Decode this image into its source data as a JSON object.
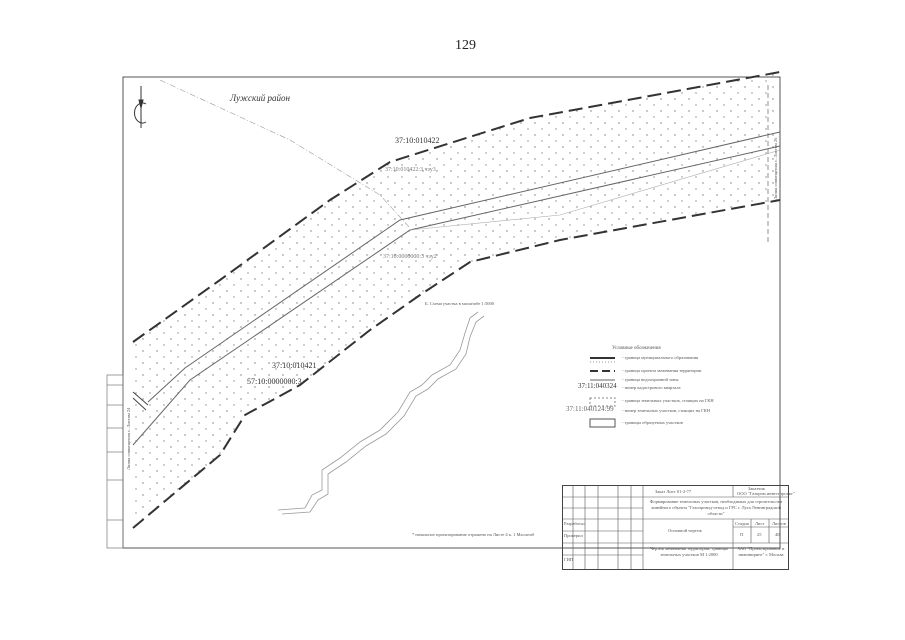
{
  "page_number": "129",
  "map": {
    "district_label": "Лужский район",
    "parcels": {
      "top": "37:10:010422",
      "top_sub": "37:10:010422:3 чзу3",
      "middle_sub": "37:10:0000000:3 чзу2",
      "lower": "37:10:010421",
      "lower_sub": "57:10:0000000:3"
    },
    "match_line_right": "Линия совмещения с. Листом 26",
    "match_line_left": "Линия совмещения с. Листом 24",
    "inset_caption": "Б. Схема участка в масштабе 1:5000",
    "footnote": "* начальное проектирование отражено на Листе 4 к. 1 Масштаб"
  },
  "legend": {
    "title": "Условные обозначения",
    "items": [
      {
        "label": "- граница муниципального образования"
      },
      {
        "label": "- граница проекта межевания территории"
      },
      {
        "label": "- граница водоохранной зоны"
      },
      {
        "code": "37:11:040324",
        "label": "- номер кадастрового квартала"
      },
      {
        "label": "- граница земельных участков, стоящих на ГКН"
      },
      {
        "code": "37:11:040124:99",
        "label": "- номер земельных участков, стоящих на ГКН"
      },
      {
        "label": "- границы образуемых участков"
      }
    ]
  },
  "title_block": {
    "doc_code": "Заказ Лист 01-2-77",
    "customer_label": "Заказчик",
    "customer": "ООО \"Газпром инвестпроект\"",
    "project_title": "Формирование земельных участков, необходимых для строительства линейного объекта \"Газопровод-отвод и ГРС г. Луга Ленинградской области\"",
    "roles": [
      "Разработал",
      "Проверил",
      "ГИП"
    ],
    "sheet_name": "Основной чертеж",
    "stage_header": [
      "Стадия",
      "Лист",
      "Листов"
    ],
    "stage_values": [
      "П",
      "25",
      "40"
    ],
    "drawing_title": "Чертеж межевания территории; границы земельных участков М 1:2000",
    "organization": "ЗАО \"Проектирование и инжиниринг\" г. Москва"
  }
}
